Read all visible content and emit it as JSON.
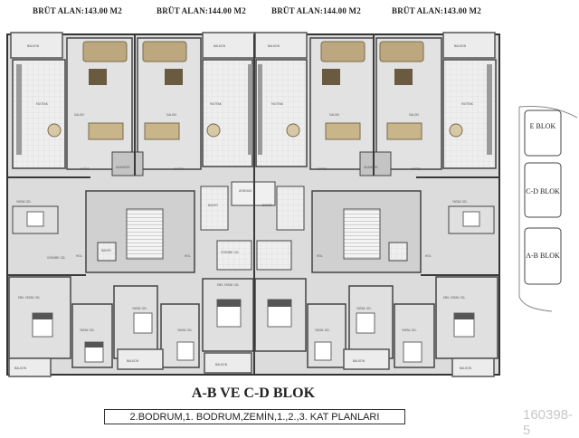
{
  "areas": [
    "BRÜT ALAN:143.00 M2",
    "BRÜT ALAN:144.00 M2",
    "BRÜT ALAN:144.00 M2",
    "BRÜT ALAN:143.00 M2"
  ],
  "rooms": {
    "balkon": "BALKON",
    "salon": "SALON",
    "mutfak": "MUTFAK",
    "antre": "ANTRE",
    "asansor": "ASANSÖR",
    "aydinlik": "AYDINLIK",
    "banyo": "BANYO",
    "yatak": "YATAK OD.",
    "ebv_yatak": "EBV. YATAK OD.",
    "giyinme": "GİYİNME OD.",
    "hol": "HOL"
  },
  "blocks": [
    "E BLOK",
    "C-D BLOK",
    "A-B BLOK"
  ],
  "title": "A-B VE C-D BLOK",
  "subtitle": "2.BODRUM,1. BODRUM,ZEMİN,1.,2.,3. KAT PLANLARI",
  "ref": "160398-5",
  "colors": {
    "wall": "#4a4a4a",
    "floor": "#d9d9d9",
    "tile": "#f1f1f1",
    "furniture": "#bca77e"
  }
}
